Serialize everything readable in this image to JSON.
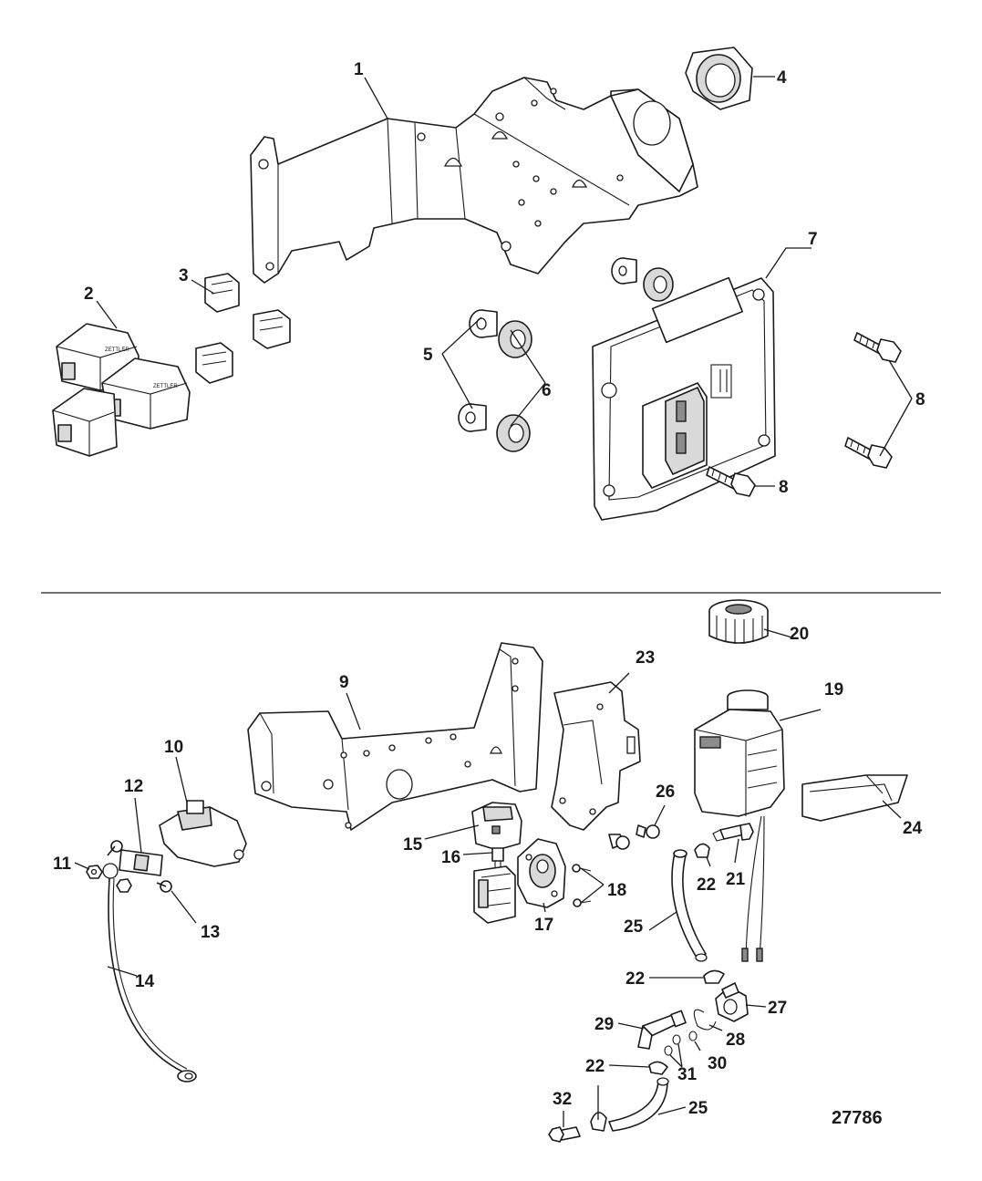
{
  "figure_number": "27786",
  "callouts": {
    "c1": "1",
    "c2": "2",
    "c3": "3",
    "c4": "4",
    "c5": "5",
    "c6": "6",
    "c7": "7",
    "c8a": "8",
    "c8b": "8",
    "c9": "9",
    "c10": "10",
    "c11": "11",
    "c12": "12",
    "c13": "13",
    "c14": "14",
    "c15": "15",
    "c16": "16",
    "c17": "17",
    "c18": "18",
    "c19": "19",
    "c20": "20",
    "c21": "21",
    "c22a": "22",
    "c22b": "22",
    "c22c": "22",
    "c23": "23",
    "c24": "24",
    "c25a": "25",
    "c25b": "25",
    "c26": "26",
    "c27": "27",
    "c28": "28",
    "c29": "29",
    "c30": "30",
    "c31": "31",
    "c32": "32"
  },
  "labels": {
    "relay_brand": "ZETTLER"
  },
  "colors": {
    "line": "#1a1a1a",
    "background": "#ffffff",
    "shade": "#d9d9d9"
  }
}
